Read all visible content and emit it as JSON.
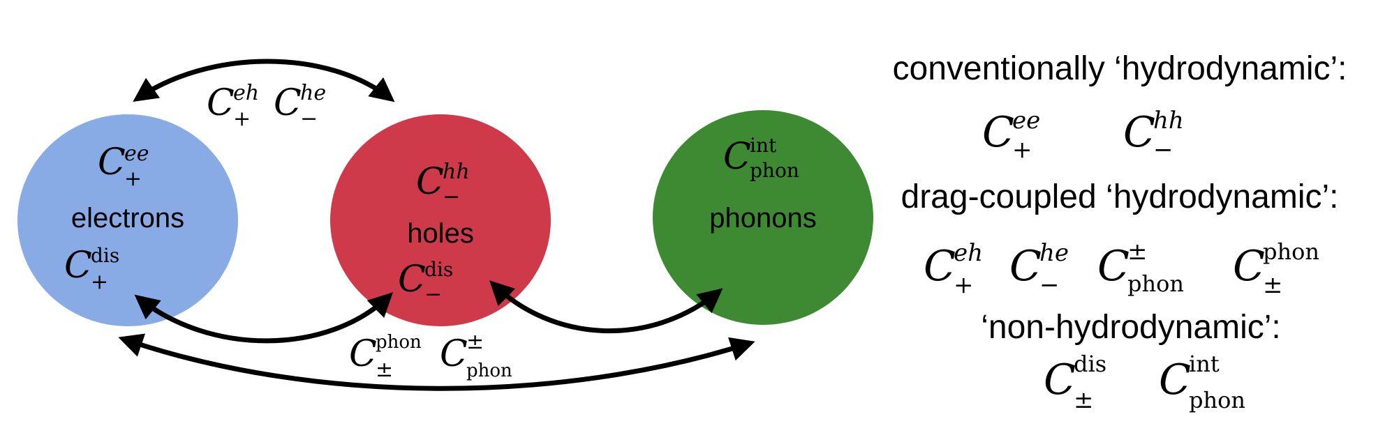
{
  "diagram": {
    "nodes": {
      "electrons": {
        "label": "electrons",
        "color": "#88abe6"
      },
      "holes": {
        "label": "holes",
        "color": "#cf3a4b"
      },
      "phonons": {
        "label": "phonons",
        "color": "#3d8a32"
      }
    },
    "edge_labels": {
      "eh_he": "C₊^{eh} C₋^{he}",
      "phon": "C±^{phon} C_phon^{±}"
    },
    "legend": {
      "conventional_heading": "conventionally ‘hydrodynamic’:",
      "drag_heading": "drag-coupled ‘hydrodynamic’:",
      "non_heading": "‘non-hydrodynamic’:"
    },
    "symbols": {
      "C": "C",
      "plus": "+",
      "minus": "−",
      "pm": "±",
      "ee": "ee",
      "hh": "hh",
      "eh": "eh",
      "he": "he",
      "dis": "dis",
      "int": "int",
      "phon": "phon"
    }
  }
}
